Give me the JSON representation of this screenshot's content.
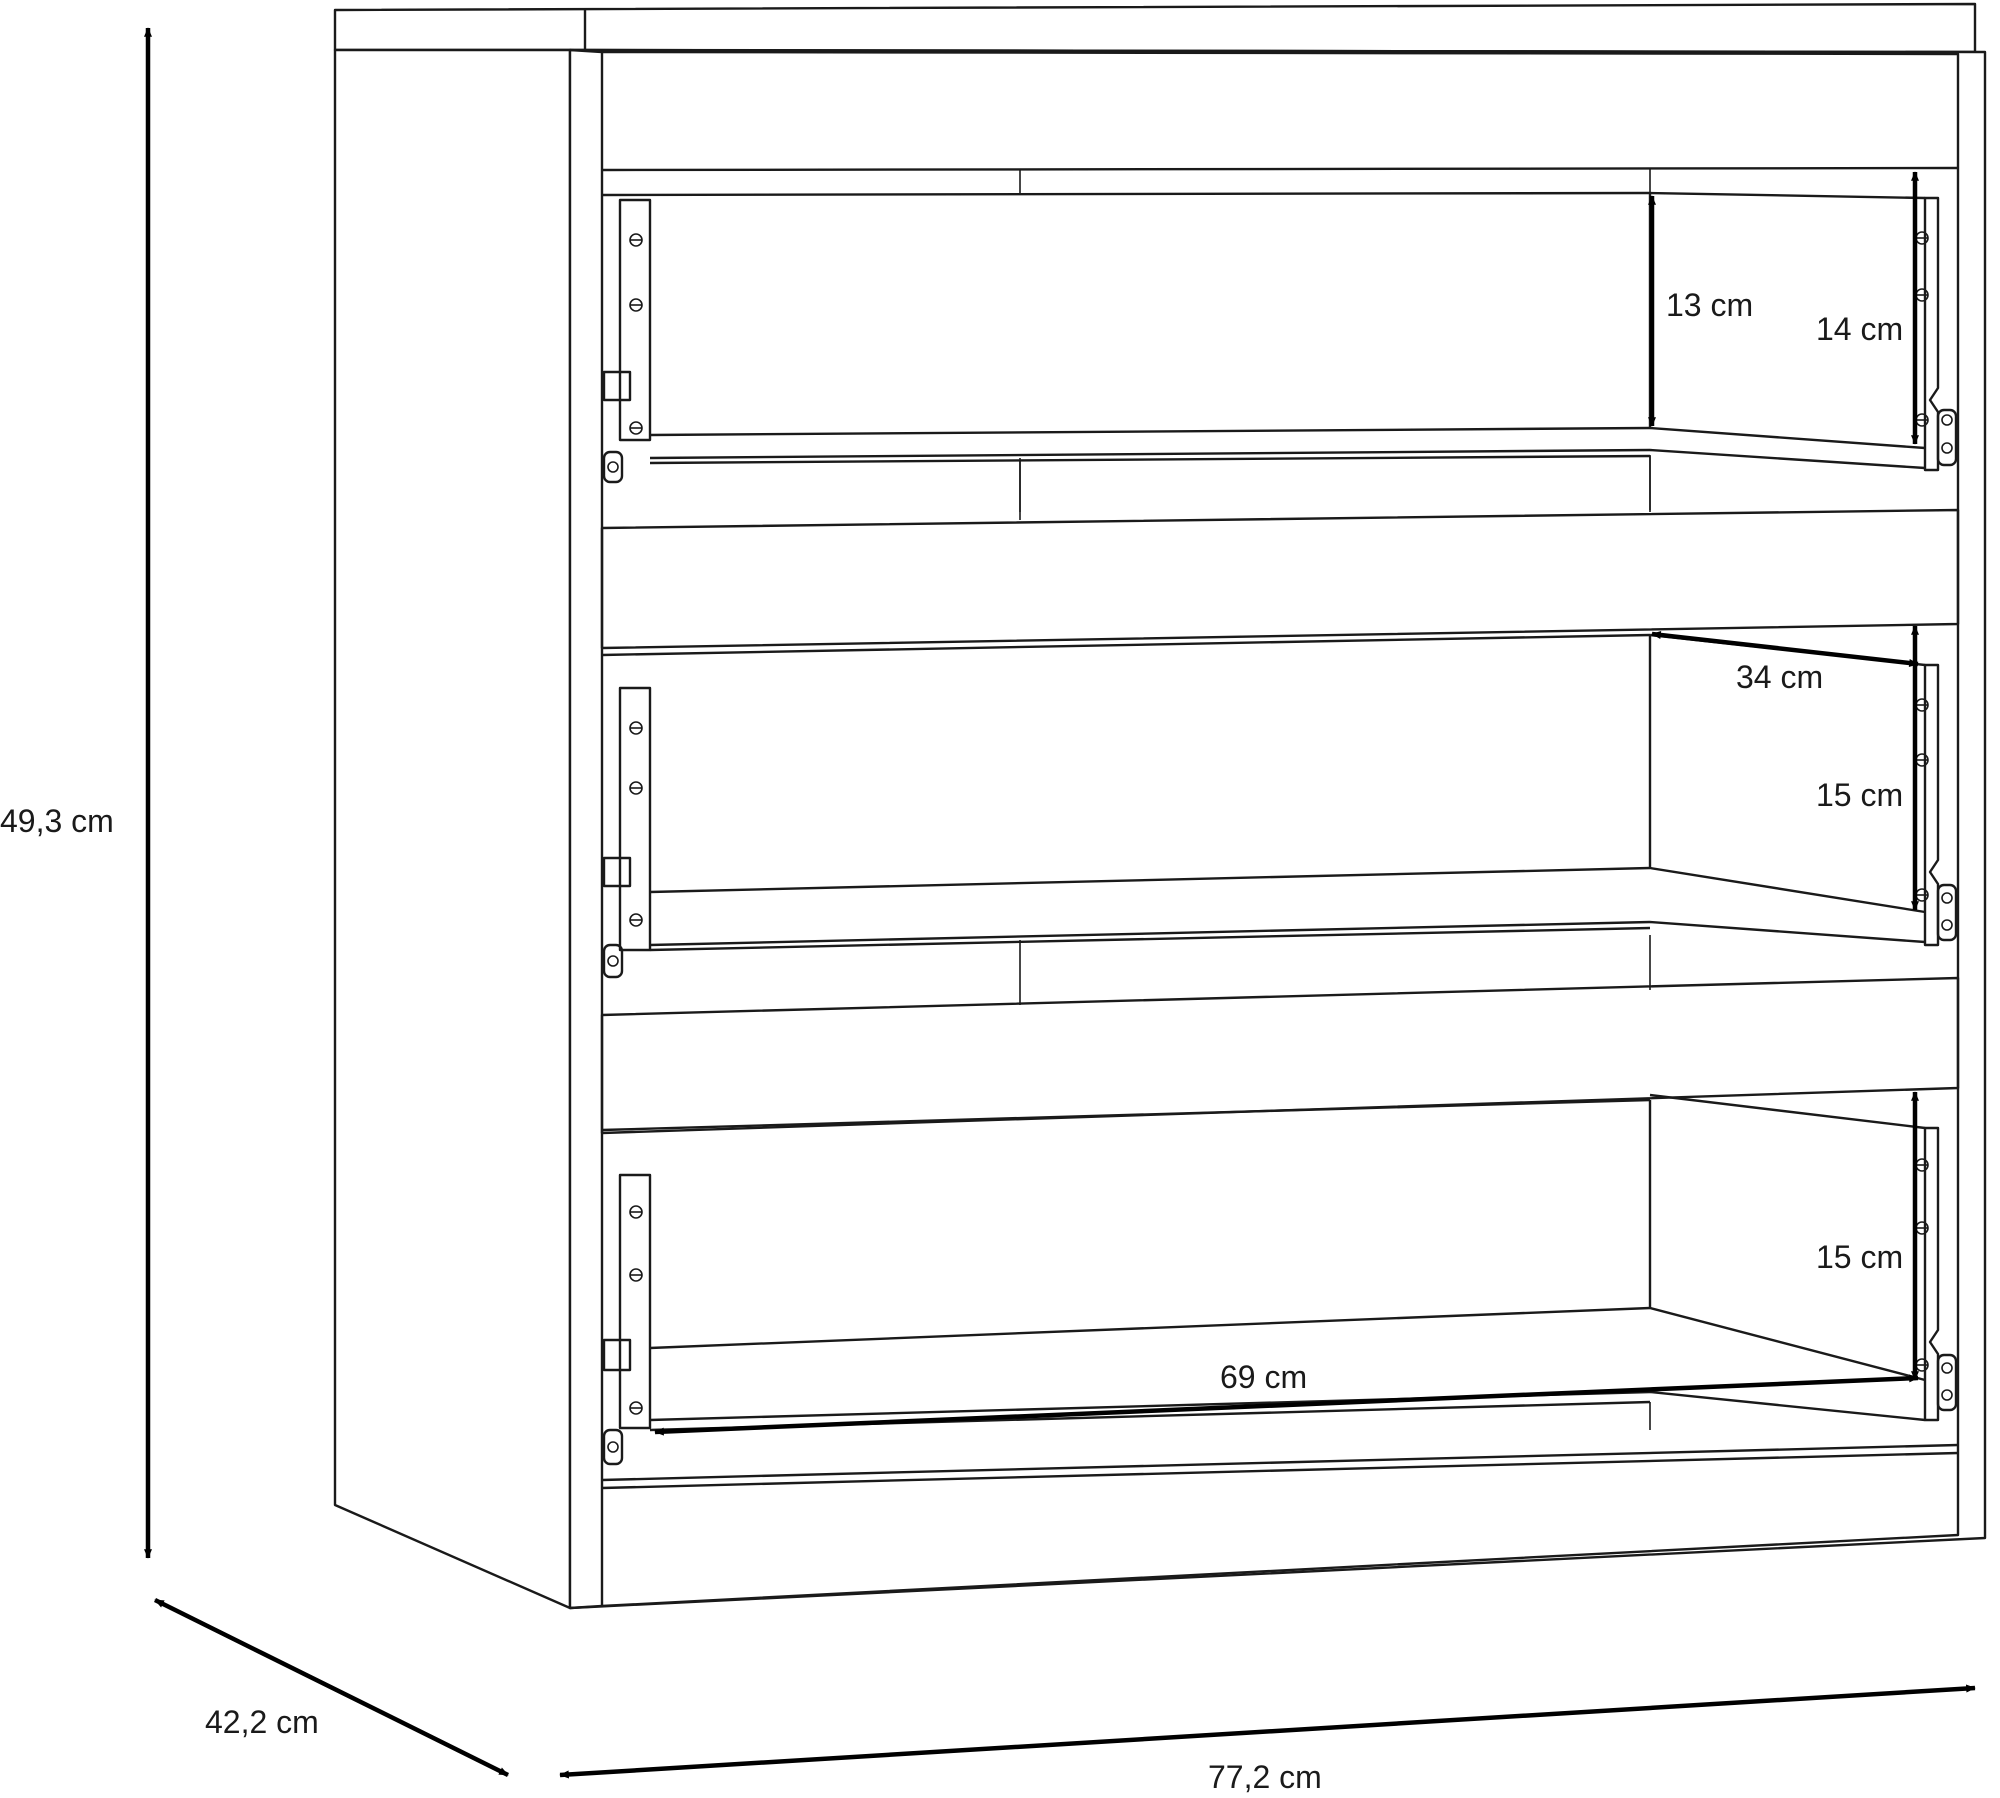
{
  "dimensions": {
    "height": "49,3 cm",
    "depth": "42,2 cm",
    "width": "77,2 cm"
  },
  "drawers": [
    {
      "inner_height": "13 cm",
      "front_height": "14 cm"
    },
    {
      "inner_depth": "34 cm",
      "front_height": "15 cm"
    },
    {
      "front_height": "15 cm",
      "inner_width": "69 cm"
    }
  ],
  "colors": {
    "line": "#1a1a1a",
    "background": "#ffffff"
  }
}
